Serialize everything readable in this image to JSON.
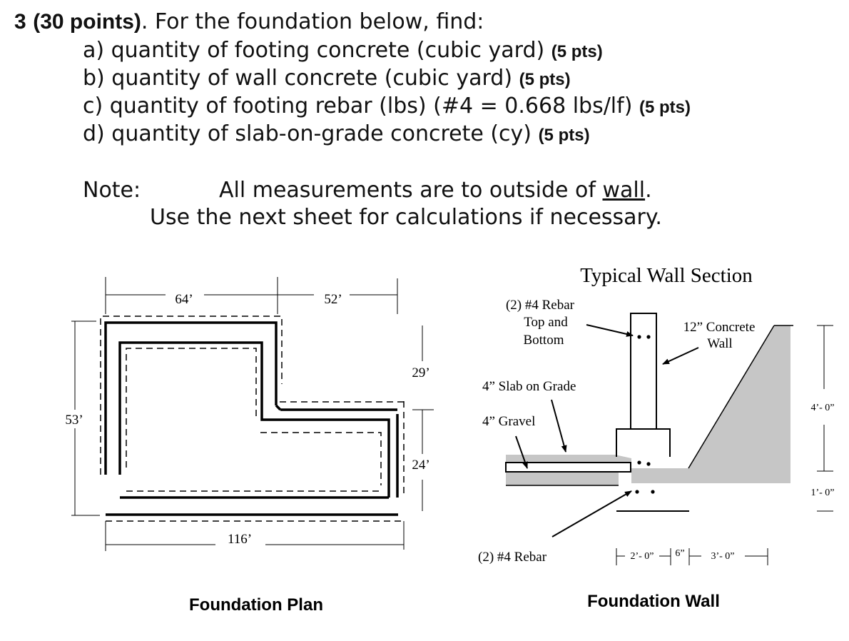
{
  "question": {
    "number": "3",
    "points": "(30 points)",
    "intro": ". For the foundation below, find:",
    "items": [
      {
        "text": "a) quantity of footing concrete (cubic yard)",
        "pts": "(5 pts)"
      },
      {
        "text": "b) quantity of wall concrete (cubic yard)",
        "pts": "(5 pts)"
      },
      {
        "text": "c) quantity of footing rebar (lbs) (#4 = 0.668 lbs/lf)",
        "pts": "(5 pts)"
      },
      {
        "text": "d) quantity of slab-on-grade concrete (cy)",
        "pts": "(5 pts)"
      }
    ],
    "note_label": "Note:",
    "note_text_before": "All measurements are to outside of ",
    "note_underlined": "wall",
    "note_text_after": ".",
    "note_line2": "Use the next sheet for calculations if necessary."
  },
  "plan": {
    "dim_top_left": "64’",
    "dim_top_right": "52’",
    "dim_left": "53’",
    "dim_right_upper": "29’",
    "dim_right_lower": "24’",
    "dim_bottom": "116’",
    "caption": "Foundation Plan"
  },
  "section": {
    "title": "Typical Wall Section",
    "rebar_top_line1": "(2) #4 Rebar",
    "rebar_top_line2": "Top and",
    "rebar_top_line3": "Bottom",
    "wall_label_line1": "12” Concrete",
    "wall_label_line2": "Wall",
    "slab_label": "4” Slab on Grade",
    "gravel_label": "4” Gravel",
    "rebar_bottom": "(2) #4 Rebar",
    "dim_height": "4’- 0”",
    "dim_footing_depth": "1’- 0”",
    "dim_left_width": "2’- 0”",
    "dim_wall_offset": "6”",
    "dim_right_width": "3’- 0”",
    "caption": "Foundation Wall"
  }
}
